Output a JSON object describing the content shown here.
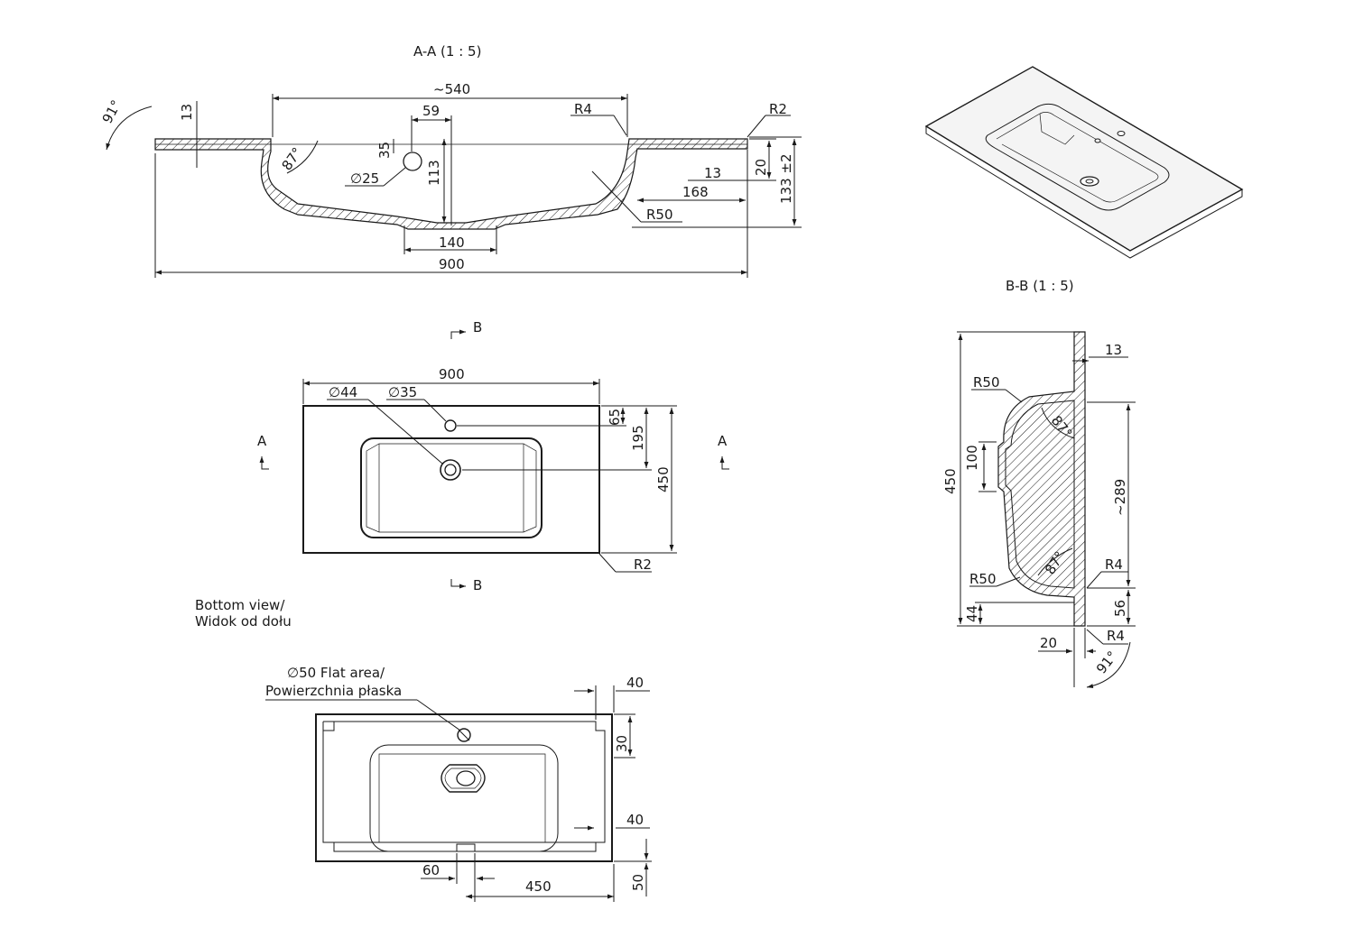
{
  "section_aa": {
    "title": "A-A  (1 : 5)",
    "dims": {
      "angle_91": "91°",
      "d13": "13",
      "d540": "~540",
      "d59": "59",
      "r4": "R4",
      "r2": "R2",
      "d35": "35",
      "angle_87": "87°",
      "d113": "113",
      "dia25": "∅25",
      "d13b": "13",
      "d20": "20",
      "d133": "133 ±2",
      "d168": "168",
      "r50": "R50",
      "d140": "140",
      "d900": "900"
    }
  },
  "section_bb": {
    "title": "B-B  (1 : 5)",
    "dims": {
      "d13": "13",
      "r50_top": "R50",
      "angle_87_top": "87°",
      "d100": "100",
      "d450": "450",
      "d289": "~289",
      "angle_87_bot": "87°",
      "r4_mid": "R4",
      "r50_bot": "R50",
      "d56": "56",
      "d44": "44",
      "r4_bot": "R4",
      "d20": "20",
      "angle_91": "91°"
    }
  },
  "top_view": {
    "marker_b": "B",
    "marker_a": "A",
    "dims": {
      "d900": "900",
      "dia44": "∅44",
      "dia35": "∅35",
      "d65": "65",
      "d195": "195",
      "d450": "450",
      "r2": "R2"
    }
  },
  "bottom_view": {
    "caption_line1": "Bottom view/",
    "caption_line2": "Widok od dołu",
    "flat_area_line1": "∅50 Flat area/",
    "flat_area_line2": "Powierzchnia płaska",
    "dims": {
      "d40a": "40",
      "d30": "30",
      "d40b": "40",
      "d60": "60",
      "d450": "450",
      "d50": "50"
    }
  }
}
